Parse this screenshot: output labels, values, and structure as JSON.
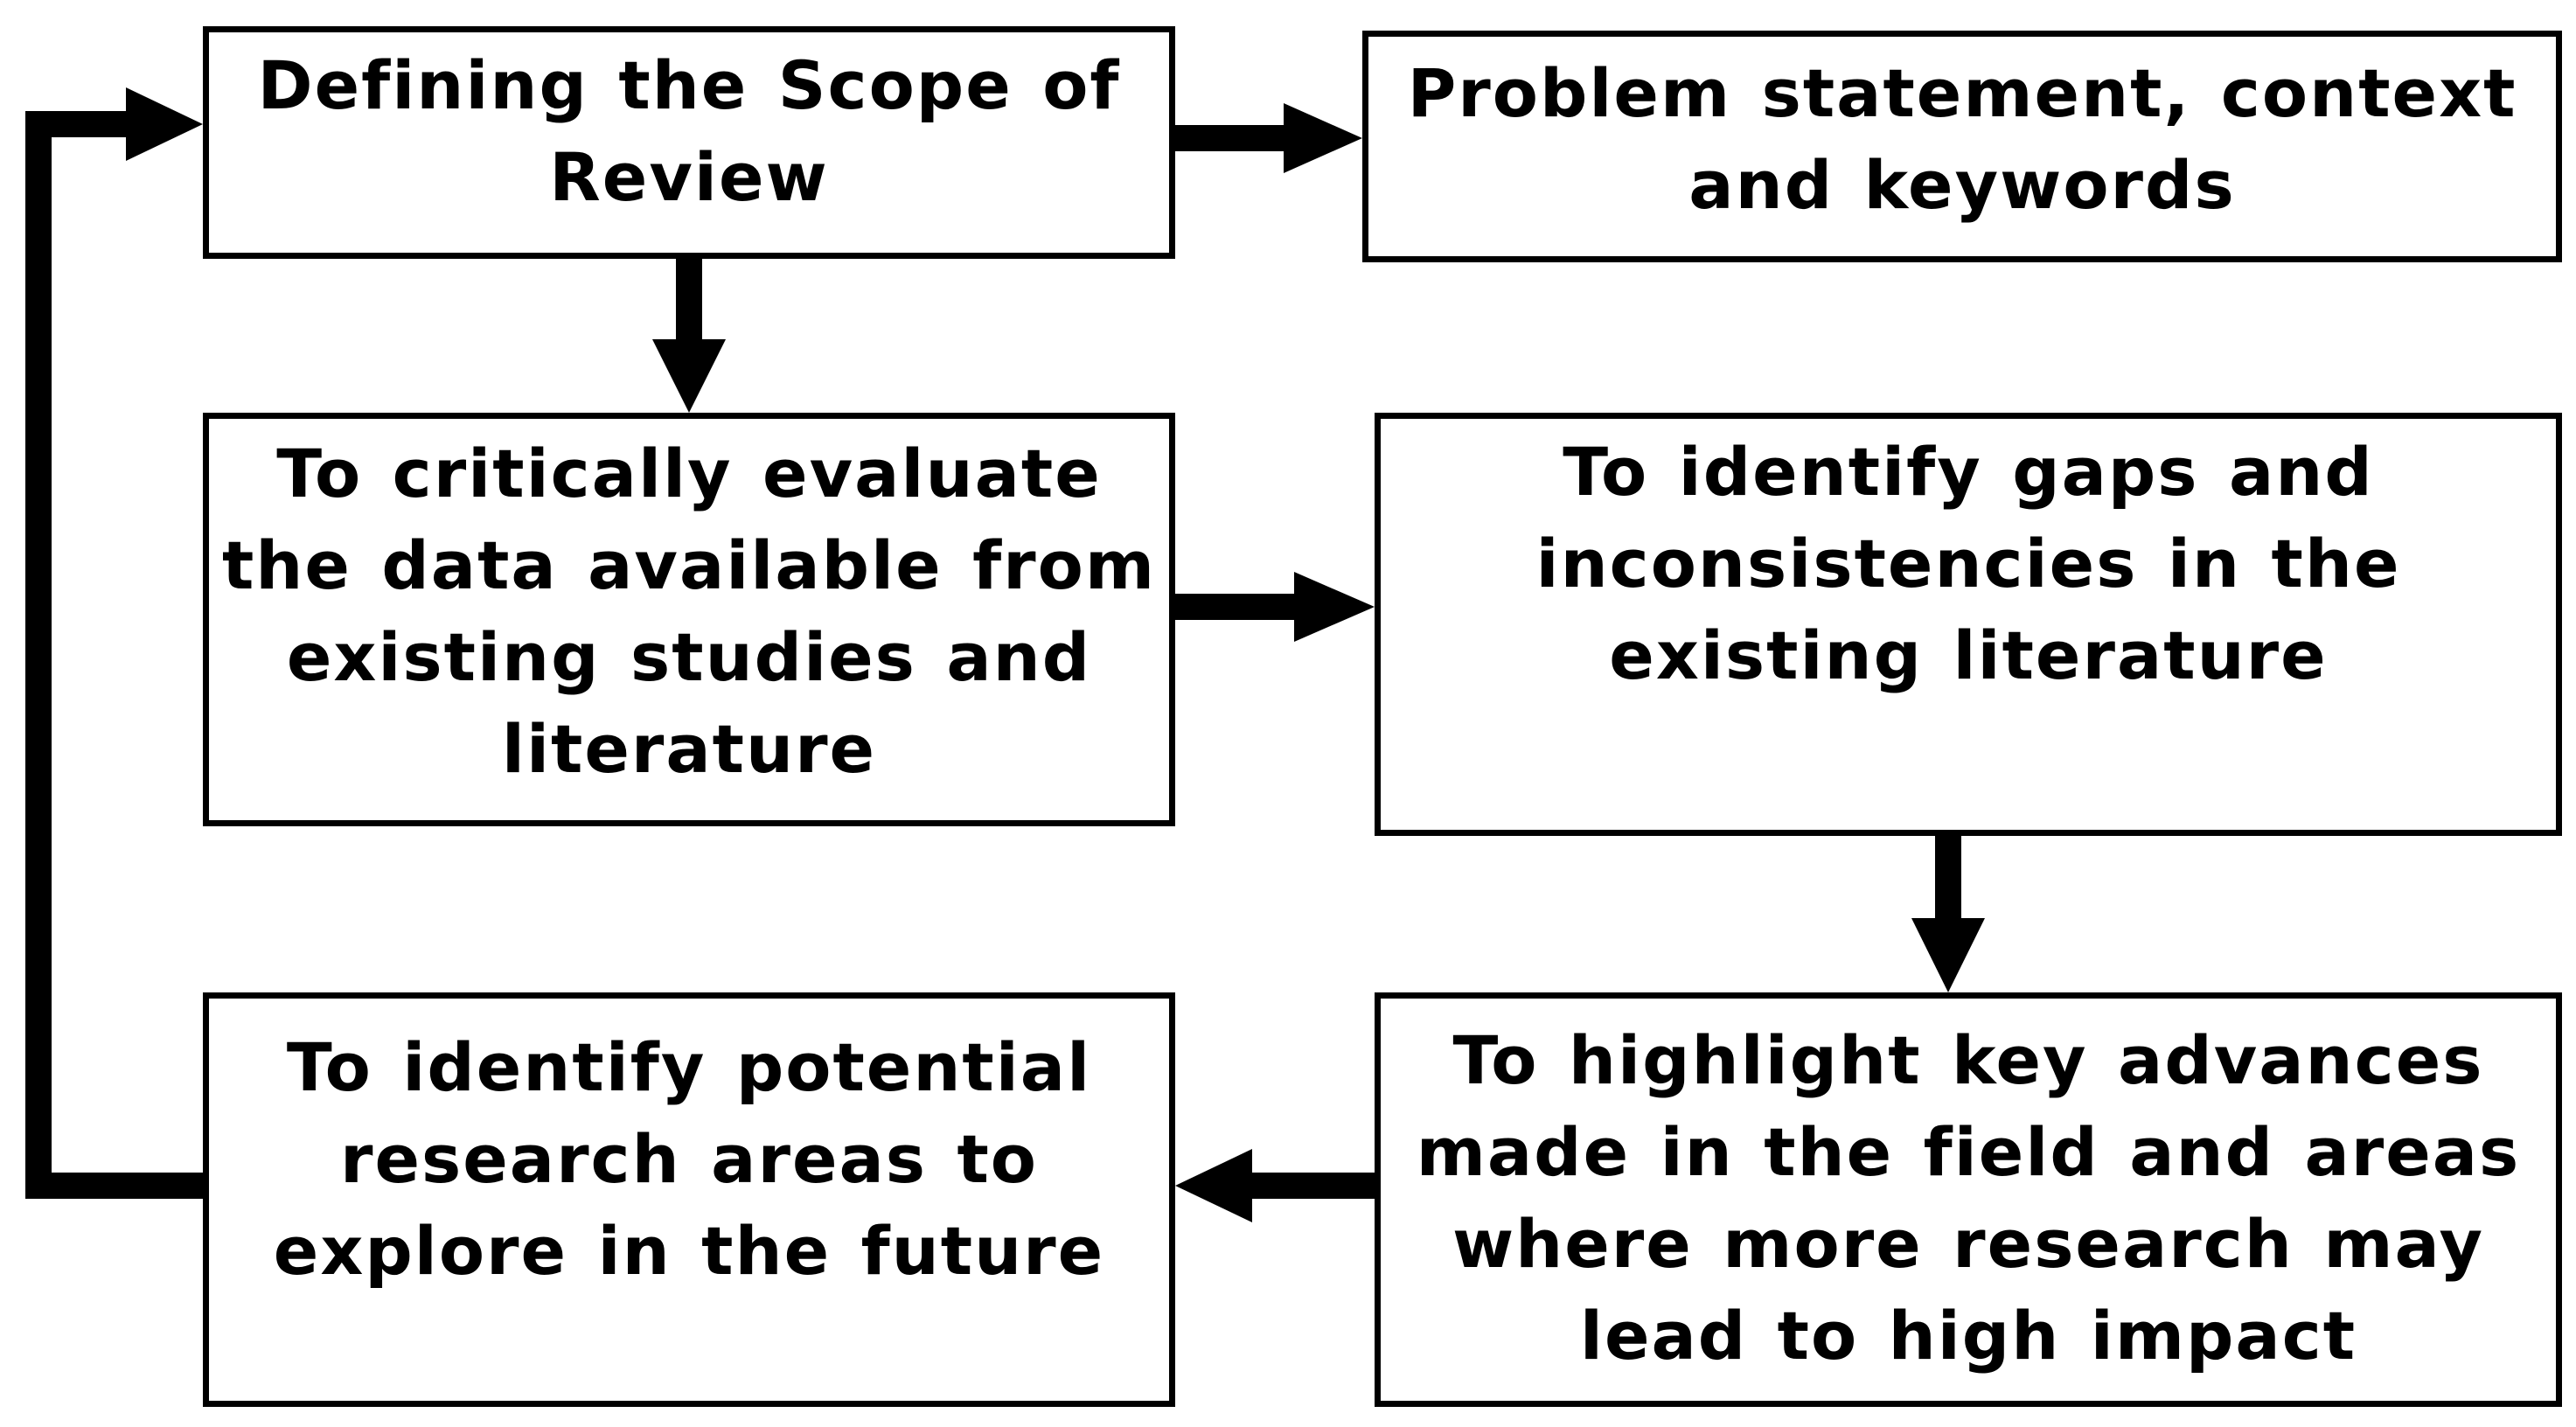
{
  "nodes": {
    "scope": {
      "lines": [
        "Defining the Scope of",
        "Review"
      ]
    },
    "problem": {
      "lines": [
        "Problem statement, context",
        "and keywords"
      ]
    },
    "evaluate": {
      "lines": [
        "To critically evaluate",
        "the data available from",
        "existing studies and",
        "literature"
      ]
    },
    "gaps": {
      "lines": [
        "To identify gaps and",
        "inconsistencies in the",
        "existing literature"
      ]
    },
    "highlight": {
      "lines": [
        "To highlight key advances",
        "made in the field and areas",
        "where more research may",
        "lead to high impact"
      ]
    },
    "potential": {
      "lines": [
        "To identify potential",
        "research areas to",
        "explore in the future"
      ]
    }
  },
  "colors": {
    "stroke": "#000000",
    "fill": "#ffffff"
  }
}
